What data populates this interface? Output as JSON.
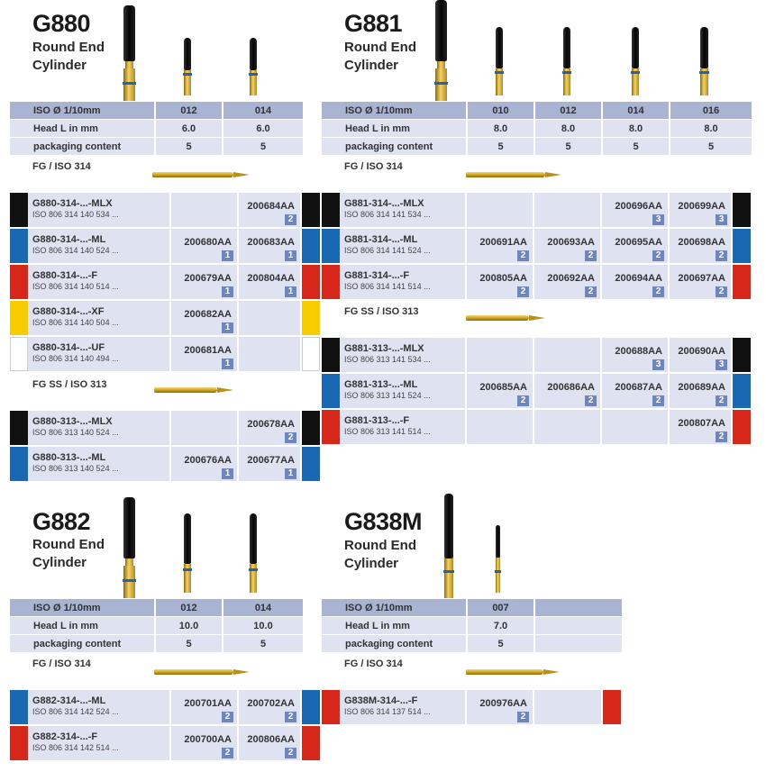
{
  "colors": {
    "black": "#111111",
    "blue": "#1a67b4",
    "red": "#d7261a",
    "yellow": "#f8cd00",
    "white": "#ffffff"
  },
  "g880": {
    "title": "G880",
    "sub1": "Round End",
    "sub2": "Cylinder",
    "spec": {
      "h": [
        "ISO Ø 1/10mm",
        "012",
        "014"
      ],
      "r1": [
        "Head L in mm",
        "6.0",
        "6.0"
      ],
      "r2": [
        "packaging content",
        "5",
        "5"
      ]
    },
    "fg": "FG / ISO 314",
    "ss": "FG SS / ISO 313",
    "rows": [
      {
        "name": "G880-314-...-MLX",
        "iso": "ISO 806 314 140 534 ...",
        "c1": "",
        "q1": "",
        "c2": "200684AA",
        "q2": "2"
      },
      {
        "name": "G880-314-...-ML",
        "iso": "ISO 806 314 140 524 ...",
        "c1": "200680AA",
        "q1": "1",
        "c2": "200683AA",
        "q2": "1"
      },
      {
        "name": "G880-314-...-F",
        "iso": "ISO 806 314 140 514 ...",
        "c1": "200679AA",
        "q1": "1",
        "c2": "200804AA",
        "q2": "1"
      },
      {
        "name": "G880-314-...-XF",
        "iso": "ISO 806 314 140 504 ...",
        "c1": "200682AA",
        "q1": "1",
        "c2": "",
        "q2": ""
      },
      {
        "name": "G880-314-...-UF",
        "iso": "ISO 806 314 140 494 ...",
        "c1": "200681AA",
        "q1": "1",
        "c2": "",
        "q2": ""
      }
    ],
    "ssrows": [
      {
        "name": "G880-313-...-MLX",
        "iso": "ISO 806 313 140 524 ...",
        "c1": "",
        "q1": "",
        "c2": "200678AA",
        "q2": "2"
      },
      {
        "name": "G880-313-...-ML",
        "iso": "ISO 806 313 140 524 ...",
        "c1": "200676AA",
        "q1": "1",
        "c2": "200677AA",
        "q2": "1"
      }
    ]
  },
  "g881": {
    "title": "G881",
    "sub1": "Round End",
    "sub2": "Cylinder",
    "spec": {
      "h": [
        "ISO Ø 1/10mm",
        "010",
        "012",
        "014",
        "016"
      ],
      "r1": [
        "Head L in mm",
        "8.0",
        "8.0",
        "8.0",
        "8.0"
      ],
      "r2": [
        "packaging content",
        "5",
        "5",
        "5",
        "5"
      ]
    },
    "fg": "FG / ISO 314",
    "ss": "FG SS / ISO 313",
    "rows": [
      {
        "name": "G881-314-...-MLX",
        "iso": "ISO 806 314 141 534 ...",
        "c": [
          "",
          "",
          "200696AA",
          "200699AA"
        ],
        "q": [
          "",
          "",
          "3",
          "3"
        ]
      },
      {
        "name": "G881-314-...-ML",
        "iso": "ISO 806 314 141 524 ...",
        "c": [
          "200691AA",
          "200693AA",
          "200695AA",
          "200698AA"
        ],
        "q": [
          "2",
          "2",
          "2",
          "2"
        ]
      },
      {
        "name": "G881-314-...-F",
        "iso": "ISO 806 314 141 514 ...",
        "c": [
          "200805AA",
          "200692AA",
          "200694AA",
          "200697AA"
        ],
        "q": [
          "2",
          "2",
          "2",
          "2"
        ]
      }
    ],
    "ssrows": [
      {
        "name": "G881-313-...-MLX",
        "iso": "ISO 806 313 141 534 ...",
        "c": [
          "",
          "",
          "200688AA",
          "200690AA"
        ],
        "q": [
          "",
          "",
          "3",
          "3"
        ]
      },
      {
        "name": "G881-313-...-ML",
        "iso": "ISO 806 313 141 524 ...",
        "c": [
          "200685AA",
          "200686AA",
          "200687AA",
          "200689AA"
        ],
        "q": [
          "2",
          "2",
          "2",
          "2"
        ]
      },
      {
        "name": "G881-313-...-F",
        "iso": "ISO 806 313 141 514 ...",
        "c": [
          "",
          "",
          "",
          "200807AA"
        ],
        "q": [
          "",
          "",
          "",
          "2"
        ]
      }
    ]
  },
  "g882": {
    "title": "G882",
    "sub1": "Round End",
    "sub2": "Cylinder",
    "spec": {
      "h": [
        "ISO Ø 1/10mm",
        "012",
        "014"
      ],
      "r1": [
        "Head L in mm",
        "10.0",
        "10.0"
      ],
      "r2": [
        "packaging content",
        "5",
        "5"
      ]
    },
    "fg": "FG / ISO 314",
    "rows": [
      {
        "name": "G882-314-...-ML",
        "iso": "ISO 806 314 142 524 ...",
        "c1": "200701AA",
        "q1": "2",
        "c2": "200702AA",
        "q2": "2"
      },
      {
        "name": "G882-314-...-F",
        "iso": "ISO 806 314 142 514 ...",
        "c1": "200700AA",
        "q1": "2",
        "c2": "200806AA",
        "q2": "2"
      }
    ]
  },
  "g838m": {
    "title": "G838M",
    "sub1": "Round End",
    "sub2": "Cylinder",
    "spec": {
      "h": [
        "ISO Ø 1/10mm",
        "007"
      ],
      "r1": [
        "Head L in mm",
        "7.0"
      ],
      "r2": [
        "packaging content",
        "5"
      ]
    },
    "fg": "FG / ISO 314",
    "rows": [
      {
        "name": "G838M-314-...-F",
        "iso": "ISO 806 314 137 514 ...",
        "c1": "200976AA",
        "q1": "2"
      }
    ]
  }
}
